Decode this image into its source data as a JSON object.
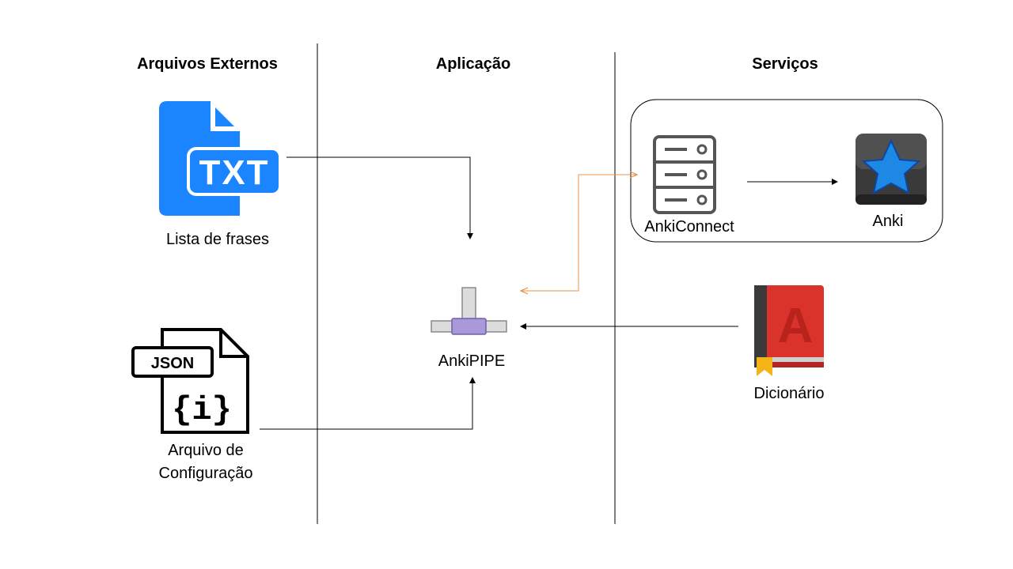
{
  "columns": {
    "external": "Arquivos Externos",
    "application": "Aplicação",
    "services": "Serviços"
  },
  "nodes": {
    "txt_file": {
      "badge": "TXT",
      "label": "Lista de frases",
      "icon": "txt-file-icon"
    },
    "json_file": {
      "badge": "JSON",
      "glyph": "{i}",
      "label_line1": "Arquivo de",
      "label_line2": "Configuração",
      "icon": "json-file-icon"
    },
    "ankipipe": {
      "label": "AnkiPIPE",
      "icon": "pipe-icon"
    },
    "ankiconnect": {
      "label": "AnkiConnect",
      "icon": "server-icon"
    },
    "anki": {
      "label": "Anki",
      "icon": "anki-star-icon"
    },
    "dictionary": {
      "badge": "A",
      "label": "Dicionário",
      "icon": "dictionary-book-icon"
    }
  },
  "colors": {
    "txt_blue": "#1a85ff",
    "bidirectional_arrow": "#e8934a",
    "book_red": "#d9332b",
    "anki_star": "#1e88e5",
    "pipe_valve": "#a999d8"
  }
}
